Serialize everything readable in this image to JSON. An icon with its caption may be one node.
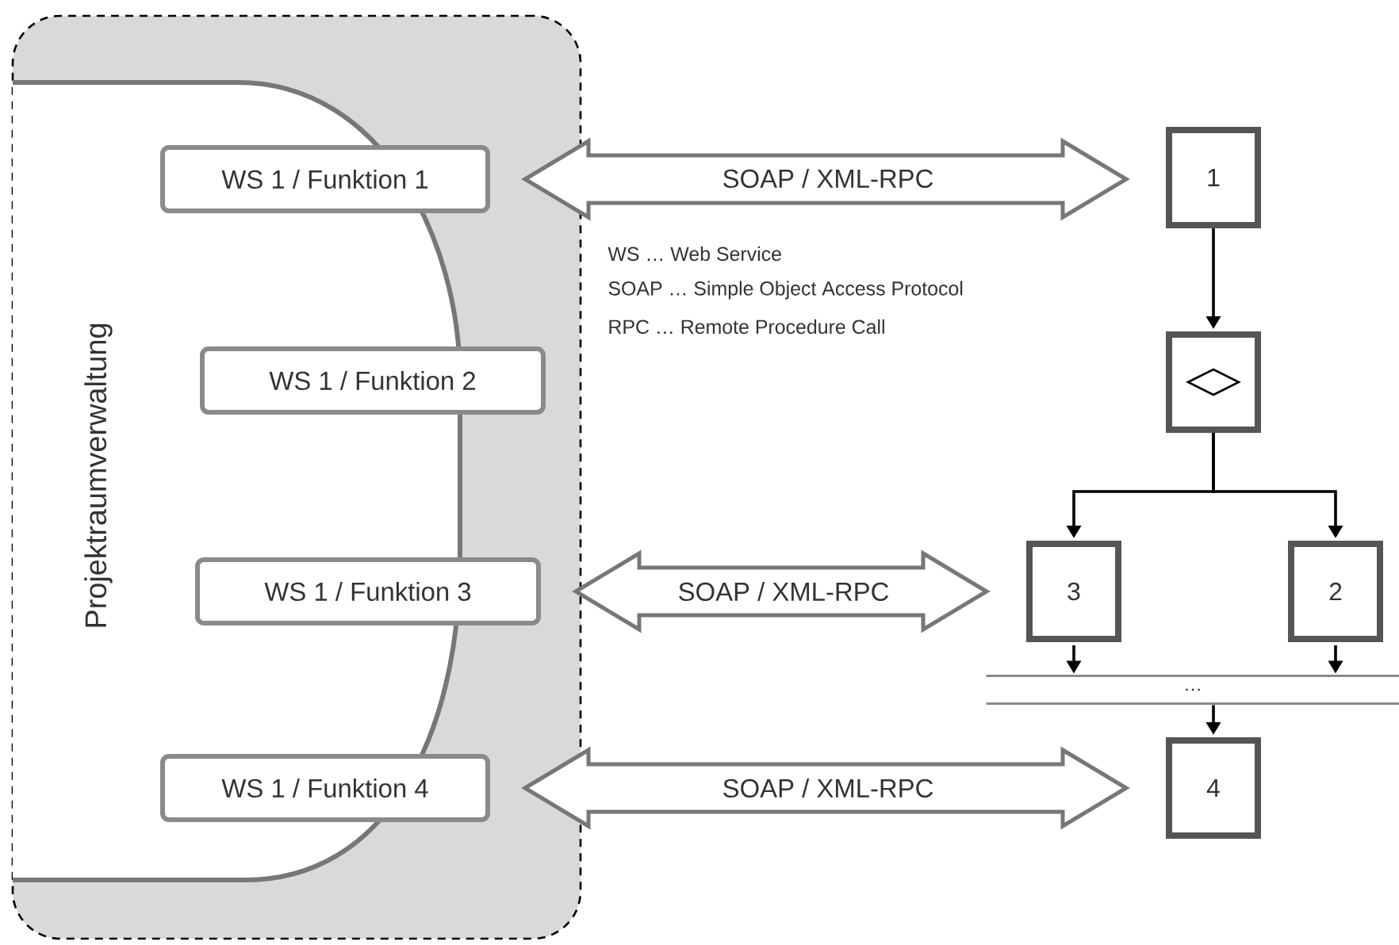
{
  "diagram": {
    "nodes": [
      {
        "text": [],
        "shape": "box"
      },
      {
        "text": [
          "Projektraumverwaltung"
        ],
        "in": 0
      },
      {
        "text": [
          "WS 1 / Funktion 1"
        ],
        "in": 0
      },
      {
        "text": [
          "WS 1 / Funktion 2"
        ],
        "in": 0
      },
      {
        "text": [
          "WS 1 / Funktion 3"
        ],
        "in": 0
      },
      {
        "text": [
          "WS 1 / Funktion 4"
        ],
        "in": 0
      },
      {
        "text": [
          "1"
        ]
      },
      {
        "text": [],
        "shape": "box"
      },
      {
        "text": [
          "3"
        ]
      },
      {
        "text": [
          "2"
        ]
      },
      {
        "text": [
          "…"
        ]
      },
      {
        "text": [
          "4"
        ]
      }
    ],
    "edges": [
      {
        "from": 2,
        "to": 6,
        "arrow": "both",
        "label": "SOAP / XML-RPC",
        "style": "thick"
      },
      {
        "from": 4,
        "to": 8,
        "arrow": "both",
        "label": "SOAP / XML-RPC",
        "style": "thick"
      },
      {
        "from": 5,
        "to": 11,
        "arrow": "both",
        "label": "SOAP / XML-RPC",
        "style": "thick"
      },
      {
        "from": 6,
        "to": 7,
        "arrow": "to"
      },
      {
        "from": 7,
        "to": 8,
        "arrow": "to"
      },
      {
        "from": 7,
        "to": 9,
        "arrow": "to"
      },
      {
        "from": 8,
        "to": 10,
        "arrow": "to"
      },
      {
        "from": 9,
        "to": 10,
        "arrow": "to"
      },
      {
        "from": 10,
        "to": 11,
        "arrow": "to"
      }
    ],
    "labels": [
      "WS … Web Service",
      "SOAP … Simple Object Access Protocol",
      "RPC … Remote Procedure Call"
    ]
  }
}
